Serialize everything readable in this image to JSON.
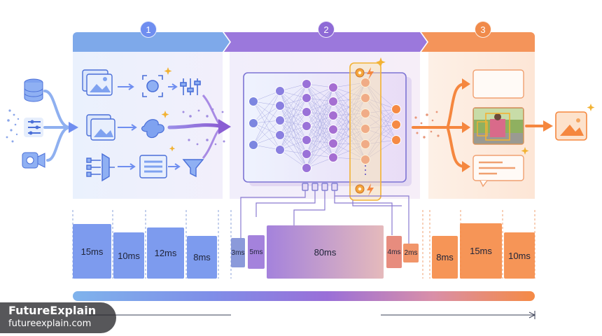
{
  "stages": [
    {
      "number": "1",
      "color": "#6f8ef0"
    },
    {
      "number": "2",
      "color": "#8e6ad6"
    },
    {
      "number": "3",
      "color": "#f08a4a"
    }
  ],
  "timing_bars": [
    {
      "label": "15ms",
      "color": "#6f90ec"
    },
    {
      "label": "10ms",
      "color": "#6f90ec"
    },
    {
      "label": "12ms",
      "color": "#6f90ec"
    },
    {
      "label": "8ms",
      "color": "#6f90ec"
    },
    {
      "label": "3ms",
      "color": "#7e8fd6"
    },
    {
      "label": "5ms",
      "color": "#9a74d8"
    },
    {
      "label": "80ms",
      "color": "#b078c8"
    },
    {
      "label": "4ms",
      "color": "#e48070"
    },
    {
      "label": "2ms",
      "color": "#f08a5a"
    },
    {
      "label": "8ms",
      "color": "#f58a45"
    },
    {
      "label": "15ms",
      "color": "#f58a45"
    },
    {
      "label": "10ms",
      "color": "#f58a45"
    }
  ],
  "colors": {
    "blue": "#6f8ef0",
    "purple": "#9b6fd6",
    "orange": "#f5873f",
    "gold": "#f2b233"
  },
  "icons": [
    "database-icon",
    "sliders-icon",
    "camera-icon",
    "image-stack-icon",
    "focus-icon",
    "adjust-icon",
    "photos-icon",
    "transform-icon",
    "split-icon",
    "table-icon",
    "funnel-icon",
    "gear-bolt-icon",
    "empty-card-icon",
    "detection-image-icon",
    "text-card-icon",
    "output-image-icon",
    "sparkle-icon"
  ],
  "watermark": {
    "name": "FutureExplain",
    "url": "futureexplain.com"
  }
}
